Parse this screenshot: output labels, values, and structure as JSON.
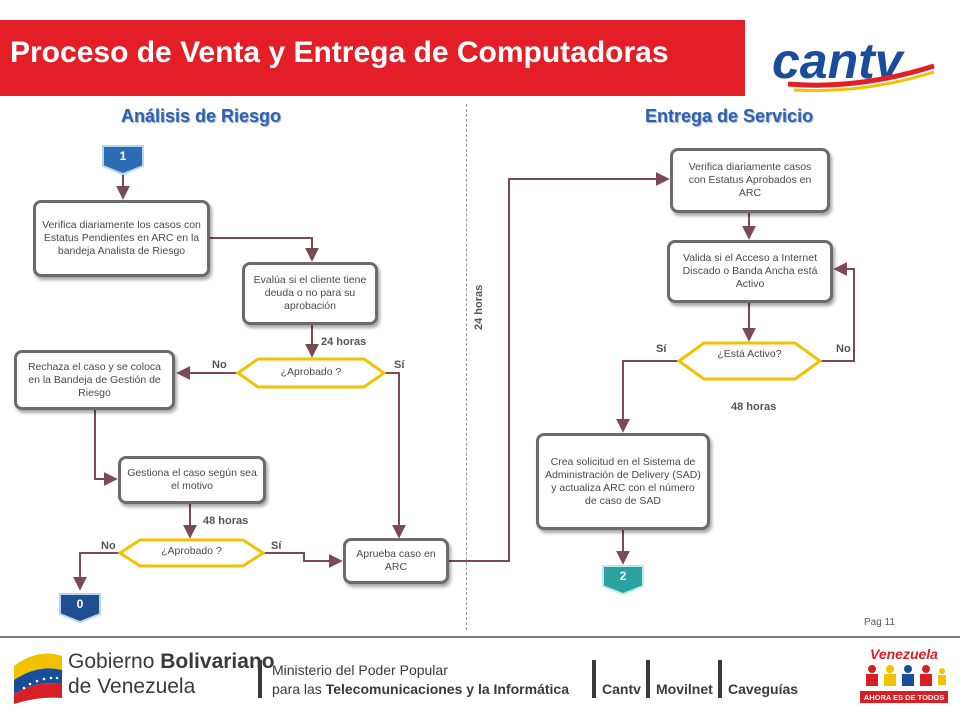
{
  "header": {
    "title": "Proceso de Venta y Entrega de Computadoras",
    "logo_text": "cantv",
    "brand_red": "#e41e26",
    "brand_blue": "#1a4c9c"
  },
  "sections": {
    "left": "Análisis de Riesgo",
    "right": "Entrega de Servicio"
  },
  "badges": {
    "start": "1",
    "end_left": "0",
    "end_right": "2"
  },
  "left_flow": {
    "verifica": "Verifica diariamente los casos con Estatus Pendientes en ARC en la bandeja Analista de Riesgo",
    "evalua": "Evalúa si el cliente tiene deuda o no para su aprobación",
    "rechaza": "Rechaza el caso y se coloca en la Bandeja de Gestión de Riesgo",
    "gestiona": "Gestiona el caso según sea el motivo",
    "aprueba": "Aprueba caso en ARC",
    "decision1": "¿Aprobado ?",
    "decision2": "¿Aprobado ?",
    "no1": "No",
    "si1": "Sí",
    "no2": "No",
    "si2": "Sí",
    "time1": "24 horas",
    "time2": "48 horas",
    "time_vertical": "24 horas"
  },
  "right_flow": {
    "verifica": "Verifica diariamente casos con Estatus Aprobados en ARC",
    "valida": "Valida si el Acceso a Internet Discado o Banda Ancha está Activo",
    "decision": "¿Está Activo?",
    "crea": "Crea solicitud en el Sistema de Administración de Delivery (SAD) y actualiza ARC con el número de caso de SAD",
    "si": "Sí",
    "no": "No",
    "time": "48 horas"
  },
  "page_label": "Pag 11",
  "footer": {
    "gobierno_1": "Gobierno",
    "gobierno_2": "Bolivariano",
    "gobierno_3": "de Venezuela",
    "ministerio_1": "Ministerio del Poder Popular",
    "ministerio_2": "para las",
    "ministerio_3": "Telecomunicaciones y la Informática",
    "org1": "Cantv",
    "org2": "Movilnet",
    "org3": "Caveguías",
    "venezuela_logo": "Venezuela",
    "venezuela_slogan": "AHORA ES DE TODOS"
  }
}
